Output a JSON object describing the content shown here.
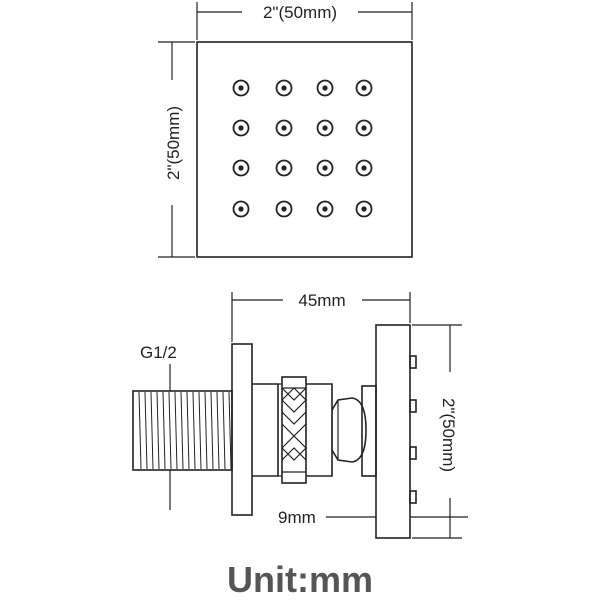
{
  "dimensions": {
    "top_width": "2\"(50mm)",
    "top_height": "2\"(50mm)",
    "side_length": "45mm",
    "side_height": "2\"(50mm)",
    "thread": "G1/2",
    "plate_thickness": "9mm"
  },
  "unit_label": "Unit:mm",
  "colors": {
    "line": "#222222",
    "unit_text": "#555555"
  }
}
